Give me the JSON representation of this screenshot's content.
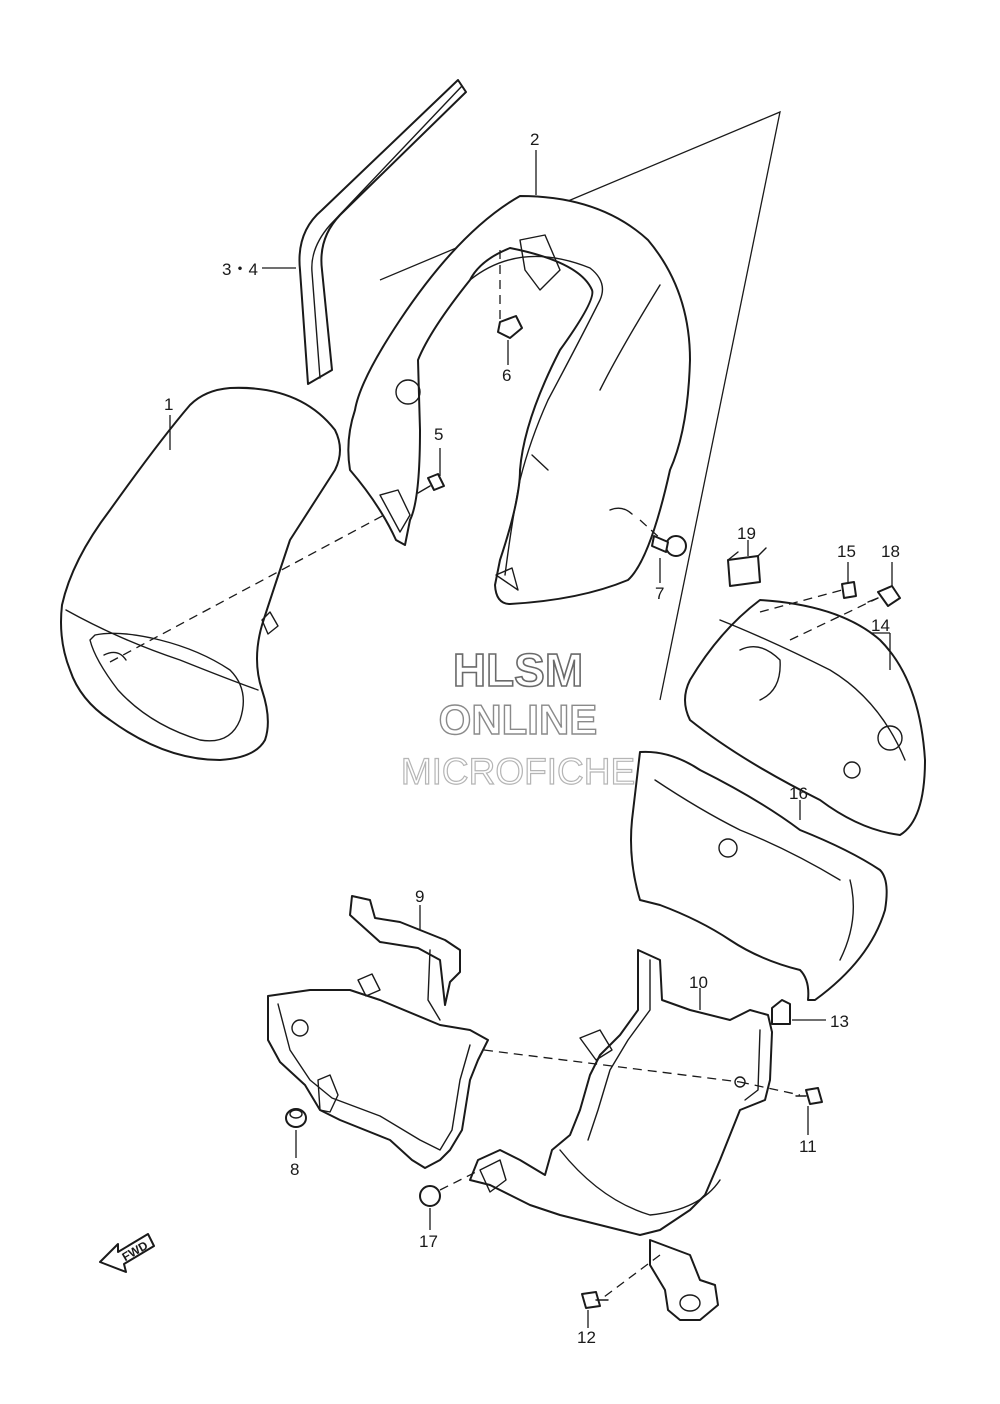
{
  "callouts": {
    "c1": "1",
    "c2": "2",
    "c34": "3・4",
    "c5": "5",
    "c6": "6",
    "c7": "7",
    "c8": "8",
    "c9": "9",
    "c10": "10",
    "c11": "11",
    "c12": "12",
    "c13": "13",
    "c14": "14",
    "c15": "15",
    "c16": "16",
    "c17": "17",
    "c18": "18",
    "c19": "19"
  },
  "watermark": {
    "line1": "HLSM",
    "line2": "ONLINE",
    "line3": "MICROFICHE"
  },
  "direction_arrow": {
    "label": "FWD"
  }
}
